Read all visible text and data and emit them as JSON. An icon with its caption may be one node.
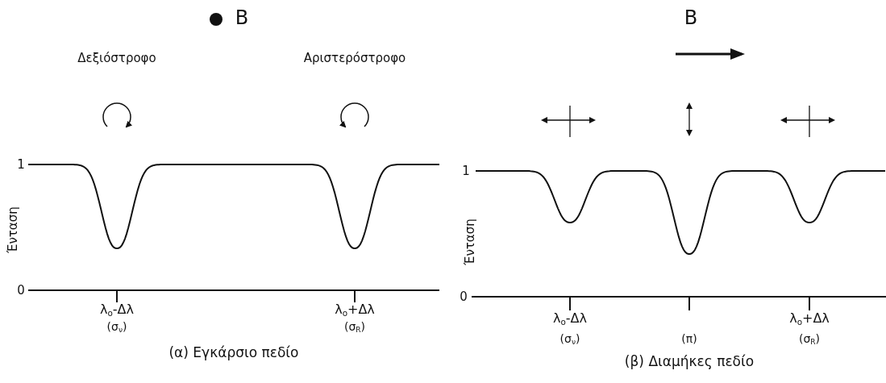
{
  "diagram": {
    "labels": [
      "B",
      "Δεξιόστροφο",
      "Αριστερόστροφο",
      "1",
      "Ένταση",
      "0",
      "λ$_{o}$-Δλ",
      "(σ$_{ν}$)",
      "λ$_{o}$+Δλ",
      "(σ$_{R}$)",
      "(α) Εγκάρσιο πεδίο",
      "B",
      "1",
      "Ένταση",
      "0",
      "λ$_{o}$-Δλ",
      "(σ$_{ν}$)",
      "(π)",
      "λ$_{o}$+Δλ",
      "(σ$_{R}$)",
      "(β) Διαμήκες πεδίο"
    ]
  }
}
